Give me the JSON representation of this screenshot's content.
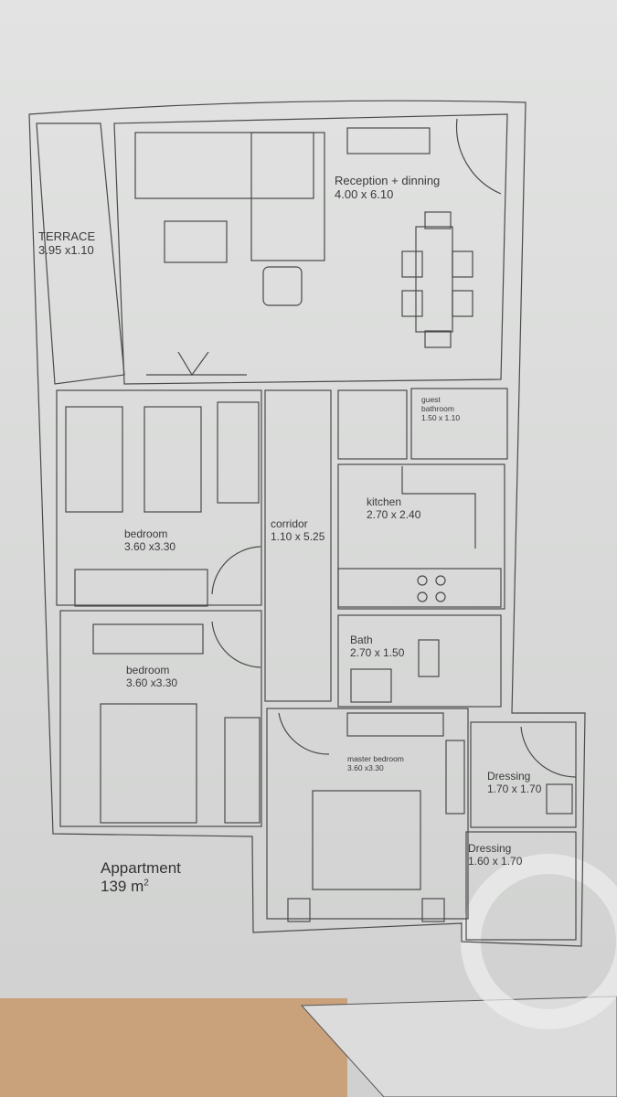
{
  "plan": {
    "title": "Appartment",
    "area": "139 m",
    "area_sup": "2",
    "rooms": [
      {
        "name": "TERRACE",
        "size": "3.95 x1.10"
      },
      {
        "name": "Reception + dinning",
        "size": "4.00 x 6.10"
      },
      {
        "name": "guest bathroom",
        "size": "1.50 x 1.10"
      },
      {
        "name": "bedroom",
        "size": "3.60 x3.30"
      },
      {
        "name": "corridor",
        "size": "1.10 x 5.25"
      },
      {
        "name": "kitchen",
        "size": "2.70 x 2.40"
      },
      {
        "name": "Bath",
        "size": "2.70 x 1.50"
      },
      {
        "name": "bedroom",
        "size": "3.60 x3.30"
      },
      {
        "name": "master bedroom",
        "size": "3.60 x3.30"
      },
      {
        "name": "Dressing",
        "size": "1.70 x 1.70"
      },
      {
        "name": "Dressing",
        "size": "1.60 x 1.70"
      }
    ]
  },
  "colors": {
    "paper": "#d6d7d6",
    "line": "#4a4a4a",
    "table": "#c9a27c"
  }
}
